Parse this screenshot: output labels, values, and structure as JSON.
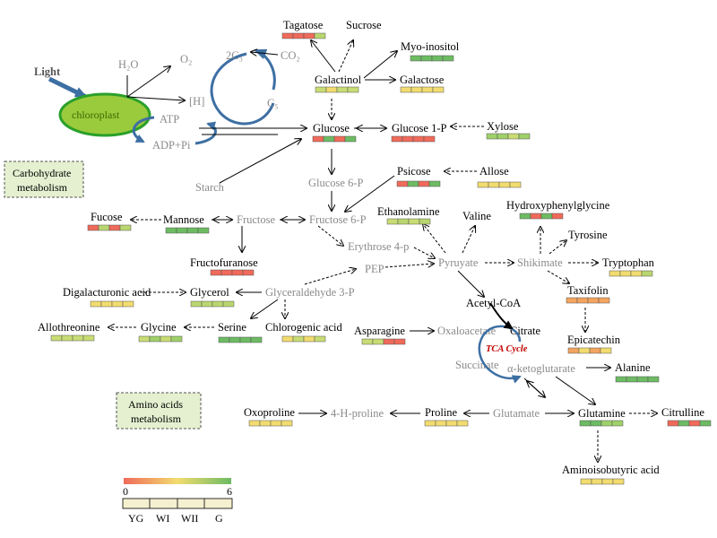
{
  "labels": {
    "light": "Light",
    "h2o": "H₂O",
    "o2": "O₂",
    "h": "[H]",
    "chloroplast": "chloroplast",
    "atp": "ATP",
    "adp_pi": "ADP+Pi",
    "c3": "2C₃",
    "co2": "CO₂",
    "c5": "C₅",
    "tagatose": "Tagatose",
    "sucrose": "Sucrose",
    "myo_inositol": "Myo-inositol",
    "galactinol": "Galactinol",
    "galactose": "Galactose",
    "glucose": "Glucose",
    "glucose_1p": "Glucose 1-P",
    "xylose": "Xylose",
    "starch": "Starch",
    "glucose_6p": "Glucose 6-P",
    "psicose": "Psicose",
    "allose": "Allose",
    "fucose": "Fucose",
    "mannose": "Mannose",
    "fructose": "Fructose",
    "fructose_6p": "Fructose 6-P",
    "ethanolamine": "Ethanolamine",
    "valine": "Valine",
    "hydroxyphenylglycine": "Hydroxyphenylglycine",
    "tyrosine": "Tyrosine",
    "erythrose_4p": "Erythrose 4-p",
    "fructofuranose": "Fructofuranose",
    "pep": "PEP",
    "pyruvate": "Pyruyate",
    "shikimate": "Shikimate",
    "tryptophan": "Tryptophan",
    "digalacturonic": "Digalacturonic acid",
    "glycerol": "Glycerol",
    "glyceraldehyde": "Glyceraldehyde 3-P",
    "taxifolin": "Taxifolin",
    "acetyl_coa": "Acetyl-CoA",
    "allothreonine": "Allothreonine",
    "glycine": "Glycine",
    "serine": "Serine",
    "chlorogenic": "Chlorogenic acid",
    "asparagine": "Asparagine",
    "oxaloacetate": "Oxaloacetate",
    "citrate": "Citrate",
    "tca_cycle": "TCA Cycle",
    "epicatechin": "Epicatechin",
    "succinate": "Succinate",
    "ketoglutarate": "α-ketoglutarate",
    "alanine": "Alanine",
    "oxoproline": "Oxoproline",
    "h_proline": "4-H-proline",
    "proline": "Proline",
    "glutamate": "Glutamate",
    "glutamine": "Glutamine",
    "citrulline": "Citrulline",
    "aminoisobutyric": "Aminoisobutyric acid"
  },
  "boxes": {
    "carbohydrate_line1": "Carbohydrate",
    "carbohydrate_line2": "metabolism",
    "amino_line1": "Amino acids",
    "amino_line2": "metabolism"
  },
  "legend": {
    "min": "0",
    "max": "6",
    "groups": [
      "YG",
      "WI",
      "WII",
      "G"
    ]
  },
  "colors": {
    "low": "#f06a5a",
    "mid_low": "#f3a45f",
    "mid": "#f2dc6f",
    "mid_high": "#c8dc74",
    "high": "#6dbb63",
    "chloroplast_fill": "#9acb3c",
    "chloroplast_stroke": "#2aa02a",
    "calvin_arrow": "#3d6fa3",
    "box_fill": "#e4f0d0"
  },
  "heatmaps": {
    "tagatose": [
      "#f06a5a",
      "#f06a5a",
      "#f06a5a",
      "#b9d66f"
    ],
    "myo_inositol": [
      "#6dbb63",
      "#6dbb63",
      "#6dbb63",
      "#6dbb63"
    ],
    "galactinol": [
      "#c8dc74",
      "#f2dc6f",
      "#c8dc74",
      "#c8dc74"
    ],
    "galactose": [
      "#f2dc6f",
      "#f2dc6f",
      "#f2dc6f",
      "#f2dc6f"
    ],
    "glucose": [
      "#f06a5a",
      "#6dbb63",
      "#f06a5a",
      "#6dbb63"
    ],
    "glucose_1p": [
      "#f06a5a",
      "#f06a5a",
      "#f06a5a",
      "#f06a5a"
    ],
    "xylose": [
      "#9fd06a",
      "#9fd06a",
      "#c8dc74",
      "#9fd06a"
    ],
    "psicose": [
      "#f06a5a",
      "#6dbb63",
      "#f06a5a",
      "#6dbb63"
    ],
    "allose": [
      "#f2dc6f",
      "#f2dc6f",
      "#f2dc6f",
      "#f2dc6f"
    ],
    "fucose": [
      "#f06a5a",
      "#b9d66f",
      "#f06a5a",
      "#b9d66f"
    ],
    "mannose": [
      "#6dbb63",
      "#6dbb63",
      "#6dbb63",
      "#6dbb63"
    ],
    "ethanolamine": [
      "#c8dc74",
      "#b9d66f",
      "#c8dc74",
      "#b9d66f"
    ],
    "hydroxyphenylglycine": [
      "#6dbb63",
      "#f06a5a",
      "#6dbb63",
      "#f06a5a"
    ],
    "fructofuranose": [
      "#f06a5a",
      "#f06a5a",
      "#f06a5a",
      "#f06a5a"
    ],
    "tryptophan": [
      "#f2dc6f",
      "#f2dc6f",
      "#f2dc6f",
      "#b9d66f"
    ],
    "digalacturonic": [
      "#f2dc6f",
      "#f2dc6f",
      "#f2dc6f",
      "#f2dc6f"
    ],
    "glycerol": [
      "#b9d66f",
      "#b9d66f",
      "#b9d66f",
      "#b9d66f"
    ],
    "taxifolin": [
      "#f3a45f",
      "#f3a45f",
      "#f3a45f",
      "#f3a45f"
    ],
    "allothreonine": [
      "#c8dc74",
      "#c8dc74",
      "#c8dc74",
      "#c8dc74"
    ],
    "glycine": [
      "#c8dc74",
      "#9fd06a",
      "#c8dc74",
      "#9fd06a"
    ],
    "serine": [
      "#6dbb63",
      "#6dbb63",
      "#6dbb63",
      "#6dbb63"
    ],
    "chlorogenic": [
      "#f2dc6f",
      "#c8dc74",
      "#f2dc6f",
      "#c8dc74"
    ],
    "asparagine": [
      "#c8dc74",
      "#c8dc74",
      "#f06a5a",
      "#f06a5a"
    ],
    "epicatechin": [
      "#f3a45f",
      "#f2dc6f",
      "#f3a45f",
      "#f2dc6f"
    ],
    "alanine": [
      "#6dbb63",
      "#6dbb63",
      "#6dbb63",
      "#6dbb63"
    ],
    "oxoproline": [
      "#f2dc6f",
      "#f2dc6f",
      "#f2dc6f",
      "#f2dc6f"
    ],
    "proline": [
      "#f2dc6f",
      "#f2dc6f",
      "#f2dc6f",
      "#f2dc6f"
    ],
    "glutamine": [
      "#6dbb63",
      "#6dbb63",
      "#9fd06a",
      "#9fd06a"
    ],
    "citrulline": [
      "#f06a5a",
      "#6dbb63",
      "#f06a5a",
      "#6dbb63"
    ],
    "aminoisobutyric": [
      "#f2dc6f",
      "#f2dc6f",
      "#f2dc6f",
      "#f2dc6f"
    ]
  }
}
